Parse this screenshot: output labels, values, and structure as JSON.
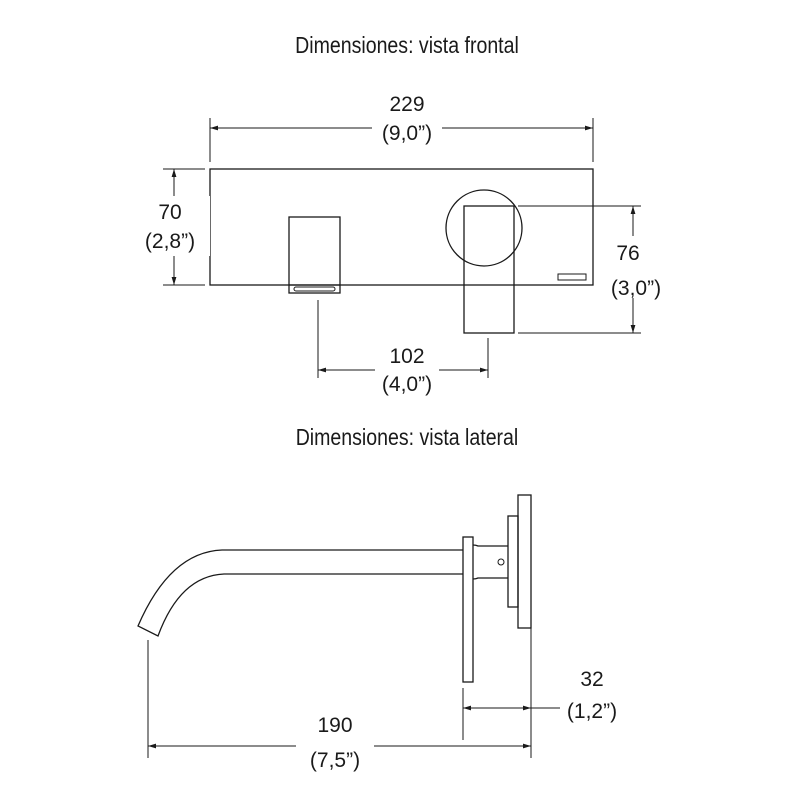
{
  "front_view": {
    "title": "Dimensiones: vista frontal",
    "width_mm": "229",
    "width_in": "(9,0”)",
    "height_mm": "70",
    "height_in": "(2,8”)",
    "handle_height_mm": "76",
    "handle_height_in": "(3,0”)",
    "spacing_mm": "102",
    "spacing_in": "(4,0”)"
  },
  "side_view": {
    "title": "Dimensiones: vista lateral",
    "projection_mm": "190",
    "projection_in": "(7,5”)",
    "depth_mm": "32",
    "depth_in": "(1,2”)"
  },
  "colors": {
    "line": "#1a1a1a",
    "background": "#ffffff"
  }
}
